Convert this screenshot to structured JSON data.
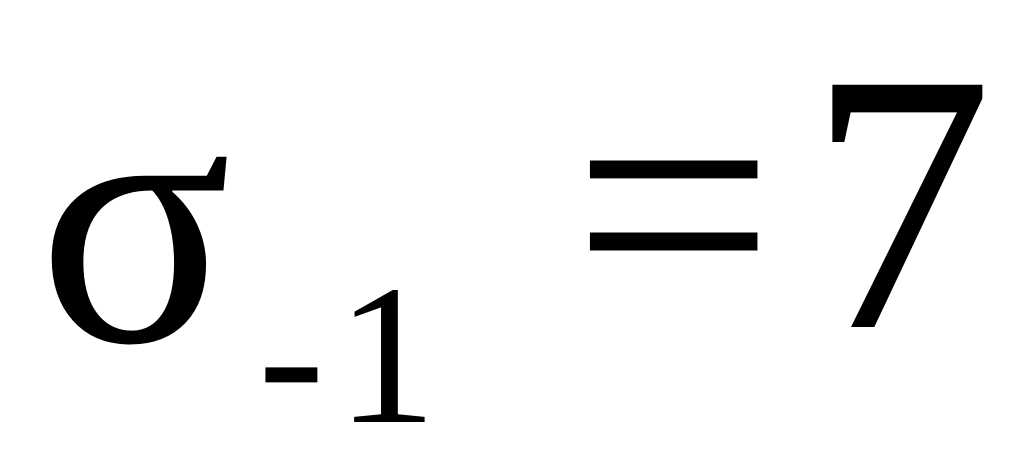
{
  "expression": {
    "symbol": "σ",
    "subscript": "-1",
    "operator": "=",
    "value": "7"
  },
  "colors": {
    "background": "#ffffff",
    "text": "#000000"
  }
}
